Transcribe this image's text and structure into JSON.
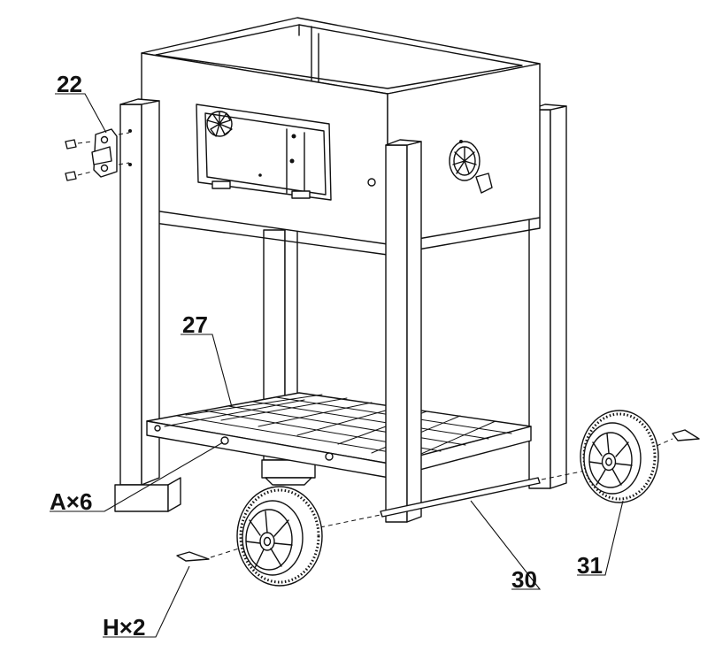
{
  "callouts": {
    "part_22": "22",
    "part_27": "27",
    "hardware_a": "A×6",
    "hardware_h": "H×2",
    "part_30": "30",
    "part_31": "31"
  }
}
